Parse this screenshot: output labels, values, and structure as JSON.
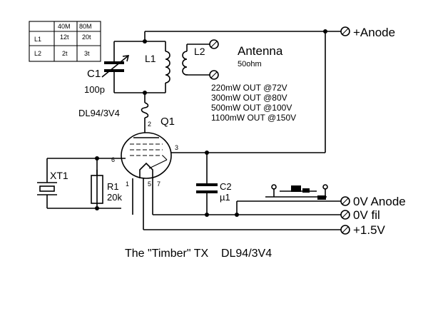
{
  "winding_table": {
    "col_headers": [
      "40M",
      "80M"
    ],
    "rows": [
      {
        "label": "L1",
        "values": [
          "12t",
          "20t"
        ]
      },
      {
        "label": "L2",
        "values": [
          "2t",
          "3t"
        ]
      }
    ]
  },
  "components": {
    "c1_ref": "C1",
    "c1_value": "100p",
    "l1_ref": "L1",
    "l2_ref": "L2",
    "tube_part": "DL94/3V4",
    "q1_ref": "Q1",
    "xt1_ref": "XT1",
    "r1_ref": "R1",
    "r1_value": "20k",
    "c2_ref": "C2",
    "c2_value": "µ1"
  },
  "pins": {
    "p2": "2",
    "p3": "3",
    "p6": "6",
    "p1": "1",
    "p5": "5",
    "p7": "7"
  },
  "antenna": {
    "title": "Antenna",
    "impedance": "50ohm"
  },
  "power_outputs": [
    "220mW OUT @72V",
    "300mW OUT @80V",
    "500mW OUT @100V",
    "1100mW OUT @150V"
  ],
  "terminals": {
    "anode_pos": "+Anode",
    "anode_zero": "0V Anode",
    "fil_zero": "0V fil",
    "fil_pos": "+1.5V"
  },
  "caption": "The \"Timber\" TX    DL94/3V4"
}
